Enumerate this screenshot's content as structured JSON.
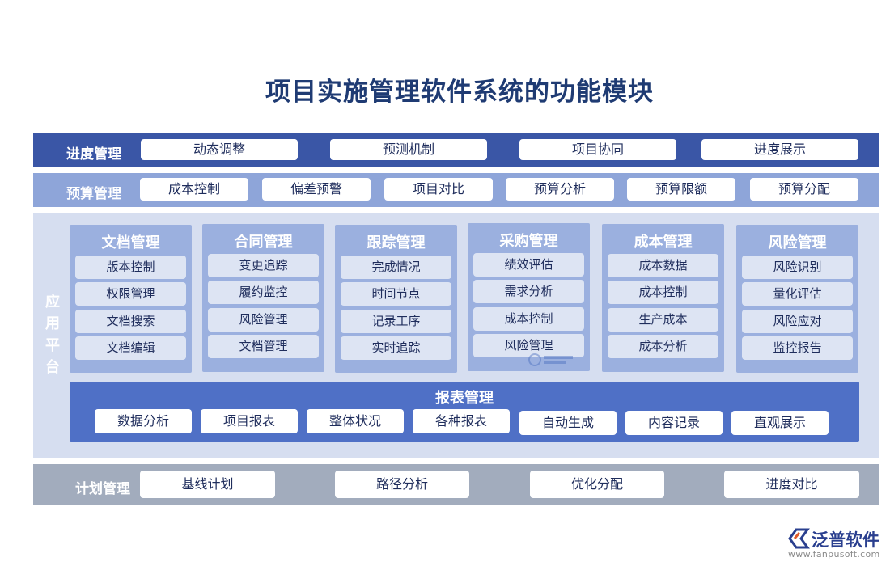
{
  "title": "项目实施管理软件系统的功能模块",
  "colors": {
    "dark_blue": "#3a56a6",
    "mid_blue": "#8ea5d9",
    "panel_bg": "#d6def0",
    "module_bg": "#9bb0df",
    "report_bg": "#4f70c6",
    "gray_blue": "#a2acbd",
    "item_bg": "#dde4f3",
    "title_color": "#1f3b73"
  },
  "progress": {
    "label": "进度管理",
    "items": [
      "动态调整",
      "预测机制",
      "项目协同",
      "进度展示"
    ]
  },
  "budget": {
    "label": "预算管理",
    "items": [
      "成本控制",
      "偏差预警",
      "项目对比",
      "预算分析",
      "预算限额",
      "预算分配"
    ]
  },
  "platform": {
    "label": [
      "应",
      "用",
      "平",
      "台"
    ],
    "modules": [
      {
        "title": "文档管理",
        "items": [
          "版本控制",
          "权限管理",
          "文档搜索",
          "文档编辑"
        ]
      },
      {
        "title": "合同管理",
        "items": [
          "变更追踪",
          "履约监控",
          "风险管理",
          "文档管理"
        ]
      },
      {
        "title": "跟踪管理",
        "items": [
          "完成情况",
          "时间节点",
          "记录工序",
          "实时追踪"
        ]
      },
      {
        "title": "采购管理",
        "items": [
          "绩效评估",
          "需求分析",
          "成本控制",
          "风险管理"
        ]
      },
      {
        "title": "成本管理",
        "items": [
          "成本数据",
          "成本控制",
          "生产成本",
          "成本分析"
        ]
      },
      {
        "title": "风险管理",
        "items": [
          "风险识别",
          "量化评估",
          "风险应对",
          "监控报告"
        ]
      }
    ],
    "report": {
      "title": "报表管理",
      "items": [
        "数据分析",
        "项目报表",
        "整体状况",
        "各种报表",
        "自动生成",
        "内容记录",
        "直观展示"
      ]
    }
  },
  "plan": {
    "label": "计划管理",
    "items": [
      "基线计划",
      "路径分析",
      "优化分配",
      "进度对比"
    ]
  },
  "logo": {
    "name": "泛普软件",
    "url": "www.fanpusoft.com",
    "icon": "fanpu-logo-icon"
  }
}
